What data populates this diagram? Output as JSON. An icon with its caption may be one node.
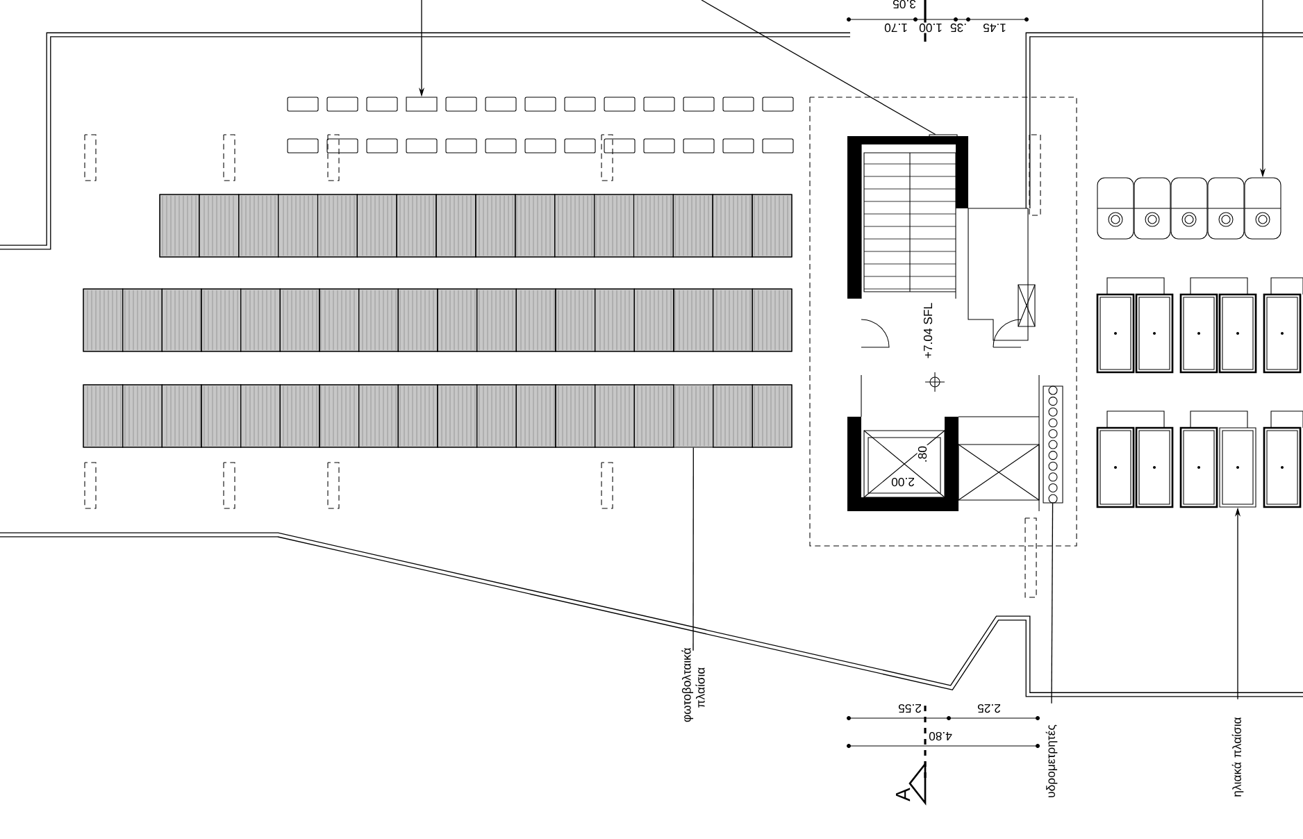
{
  "diagram": {
    "nodes": [
      {
        "text": [
          "φωτοβολταικά πλαίσια"
        ]
      },
      {
        "text": [],
        "shape": "box"
      },
      {
        "text": [
          "υδρομετρητές"
        ]
      },
      {
        "text": [],
        "shape": "box"
      },
      {
        "text": [
          "ηλιακά πλαίσια"
        ]
      },
      {
        "text": [],
        "shape": "box"
      },
      {
        "text": [],
        "shape": "box"
      },
      {
        "text": [],
        "shape": "cylinder"
      },
      {
        "text": [],
        "shape": "box"
      }
    ],
    "edges": [
      {
        "from": 0,
        "to": 1,
        "arrow": "none"
      },
      {
        "from": 2,
        "to": 3,
        "arrow": "none"
      },
      {
        "from": 4,
        "to": 5,
        "arrow": "to"
      },
      {
        "from": null,
        "to": 6,
        "arrow": "to"
      },
      {
        "from": null,
        "to": 8,
        "arrow": "none"
      },
      {
        "from": null,
        "to": 7,
        "arrow": "to"
      }
    ],
    "labels": [
      "3.05",
      "1.70",
      "1.00",
      ".35",
      "1.45",
      "+7.04 SFL",
      ".80",
      "2.00",
      "2.55",
      "2.25",
      "4.80",
      "A"
    ]
  }
}
